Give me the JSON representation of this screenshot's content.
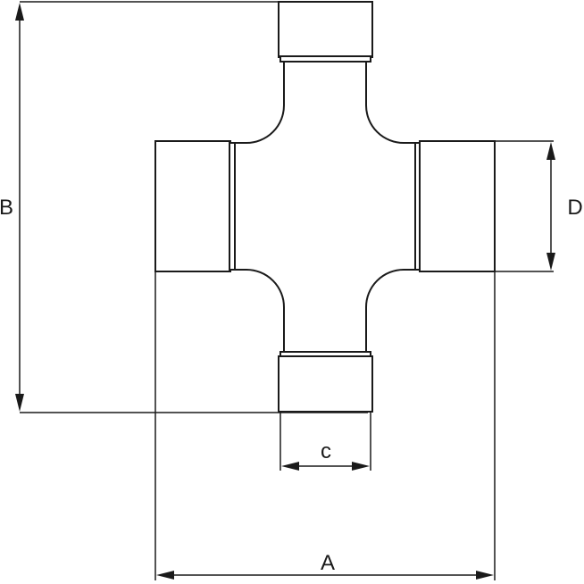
{
  "diagram": {
    "labels": {
      "A": "A",
      "B": "B",
      "c": "c",
      "D": "D"
    },
    "colors": {
      "line": "#1a1a1a",
      "background": "#ffffff"
    }
  }
}
